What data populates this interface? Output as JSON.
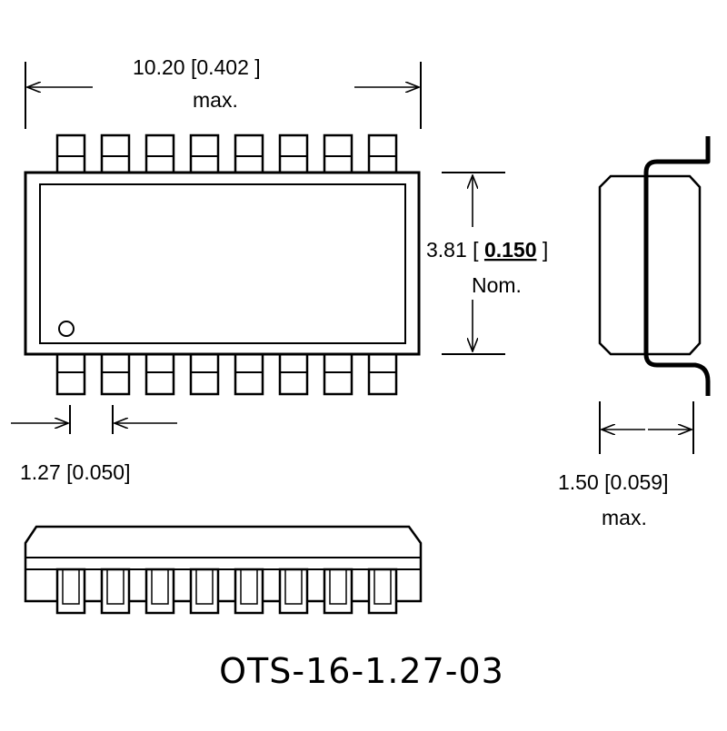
{
  "drawing": {
    "body_length": {
      "value_prefix": "10.20 [0.402 ]",
      "qualifier": "max."
    },
    "body_width": {
      "value_prefix": "3.81 [ ",
      "value_emphasis": "0.150",
      "value_suffix": " ]",
      "qualifier": "Nom."
    },
    "pin_pitch": {
      "value": "1.27 [0.050]"
    },
    "height": {
      "value": "1.50 [0.059]",
      "qualifier": "max."
    },
    "package_code": "OTS-16-1.27-03",
    "pins_per_side": 8
  }
}
